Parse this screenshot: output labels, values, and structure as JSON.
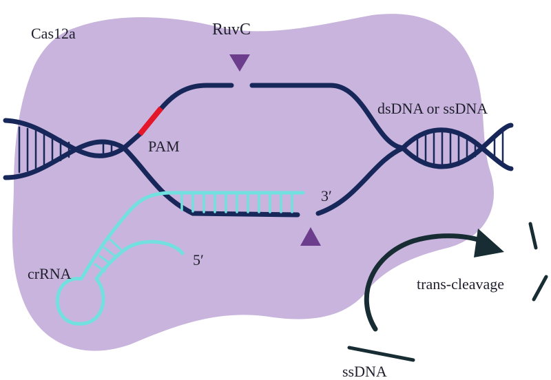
{
  "labels": {
    "protein": "Cas12a",
    "ruvc": "RuvC",
    "target": "dsDNA or ssDNA",
    "pam": "PAM",
    "three_prime": "3′",
    "five_prime": "5′",
    "crrna": "crRNA",
    "trans": "trans-cleavage",
    "ssdna": "ssDNA"
  },
  "colors": {
    "protein_fill": "#c8b4dc",
    "dna": "#17275a",
    "pam": "#e3162a",
    "crrna": "#72e0df",
    "cut_site": "#6b3d8c",
    "arrow": "#182c34"
  }
}
